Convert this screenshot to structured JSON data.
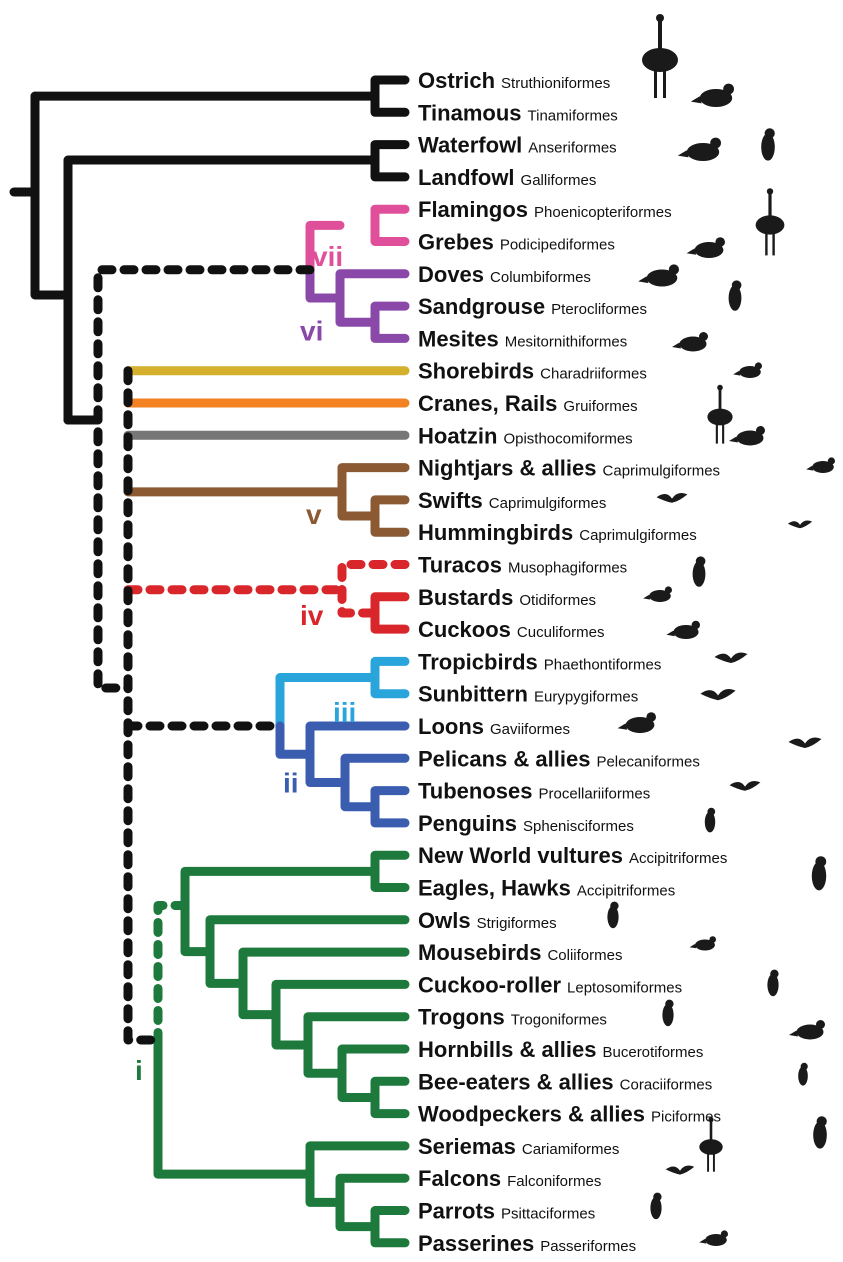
{
  "taxa": [
    {
      "name": "Ostrich",
      "order": "Struthioniformes"
    },
    {
      "name": "Tinamous",
      "order": "Tinamiformes"
    },
    {
      "name": "Waterfowl",
      "order": "Anseriformes"
    },
    {
      "name": "Landfowl",
      "order": "Galliformes"
    },
    {
      "name": "Flamingos",
      "order": "Phoenicopteriformes"
    },
    {
      "name": "Grebes",
      "order": "Podicipediformes"
    },
    {
      "name": "Doves",
      "order": "Columbiformes"
    },
    {
      "name": "Sandgrouse",
      "order": "Pterocliformes"
    },
    {
      "name": "Mesites",
      "order": "Mesitornithiformes"
    },
    {
      "name": "Shorebirds",
      "order": "Charadriiformes"
    },
    {
      "name": "Cranes, Rails",
      "order": "Gruiformes"
    },
    {
      "name": "Hoatzin",
      "order": "Opisthocomiformes"
    },
    {
      "name": "Nightjars & allies",
      "order": "Caprimulgiformes"
    },
    {
      "name": "Swifts",
      "order": "Caprimulgiformes"
    },
    {
      "name": "Hummingbirds",
      "order": "Caprimulgiformes"
    },
    {
      "name": "Turacos",
      "order": "Musophagiformes"
    },
    {
      "name": "Bustards",
      "order": "Otidiformes"
    },
    {
      "name": "Cuckoos",
      "order": "Cuculiformes"
    },
    {
      "name": "Tropicbirds",
      "order": "Phaethontiformes"
    },
    {
      "name": "Sunbittern",
      "order": "Eurypygiformes"
    },
    {
      "name": "Loons",
      "order": "Gaviiformes"
    },
    {
      "name": "Pelicans & allies",
      "order": "Pelecaniformes"
    },
    {
      "name": "Tubenoses",
      "order": "Procellariiformes"
    },
    {
      "name": "Penguins",
      "order": "Sphenisciformes"
    },
    {
      "name": "New World vultures",
      "order": "Accipitriformes"
    },
    {
      "name": "Eagles, Hawks",
      "order": "Accipitriformes"
    },
    {
      "name": "Owls",
      "order": "Strigiformes"
    },
    {
      "name": "Mousebirds",
      "order": "Coliiformes"
    },
    {
      "name": "Cuckoo-roller",
      "order": "Leptosomiformes"
    },
    {
      "name": "Trogons",
      "order": "Trogoniformes"
    },
    {
      "name": "Hornbills & allies",
      "order": "Bucerotiformes"
    },
    {
      "name": "Bee-eaters & allies",
      "order": "Coraciiformes"
    },
    {
      "name": "Woodpeckers & allies",
      "order": "Piciformes"
    },
    {
      "name": "Seriemas",
      "order": "Cariamiformes"
    },
    {
      "name": "Falcons",
      "order": "Falconiformes"
    },
    {
      "name": "Parrots",
      "order": "Psittaciformes"
    },
    {
      "name": "Passerines",
      "order": "Passeriformes"
    }
  ],
  "clades": [
    {
      "label": "vii",
      "color": "#e0509a"
    },
    {
      "label": "vi",
      "color": "#8a48a8"
    },
    {
      "label": "v",
      "color": "#8b5a33"
    },
    {
      "label": "iv",
      "color": "#d8262b"
    },
    {
      "label": "iii",
      "color": "#2aa5dc"
    },
    {
      "label": "ii",
      "color": "#3a5db0"
    },
    {
      "label": "i",
      "color": "#1e7a3c"
    }
  ],
  "colors": {
    "backbone": "#111111",
    "shorebirds": "#d4b02c",
    "cranes": "#f28222",
    "hoatzin": "#777777",
    "silhouette": "#1a1a1a"
  }
}
